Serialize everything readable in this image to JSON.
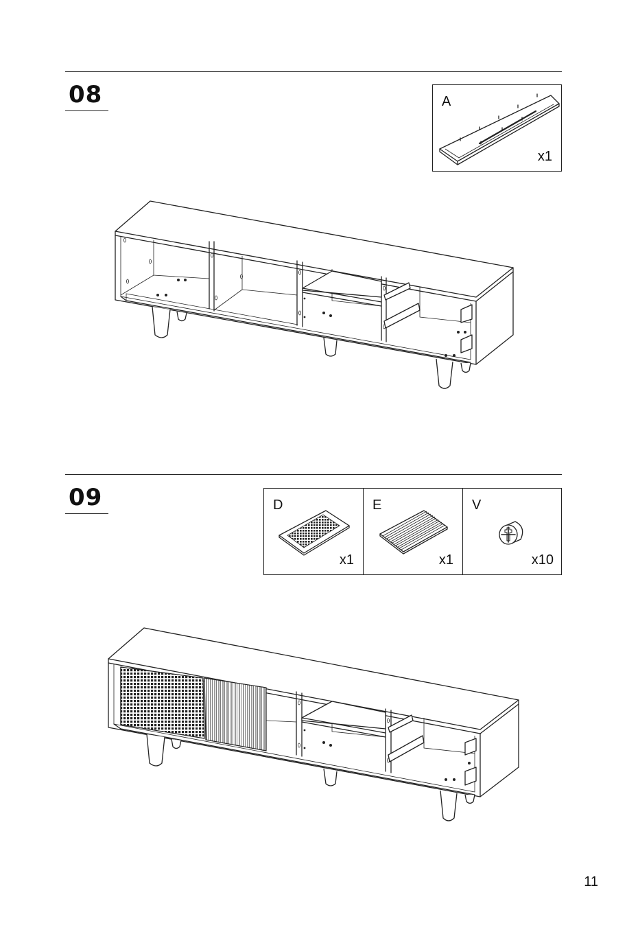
{
  "steps": [
    {
      "number": "08",
      "parts": [
        {
          "letter": "A",
          "quantity": "x1",
          "icon": "wood-panel-with-dowels"
        }
      ],
      "illustration": "tv-cabinet-interior-shelves"
    },
    {
      "number": "09",
      "parts": [
        {
          "letter": "D",
          "quantity": "x1",
          "icon": "cane-door-panel"
        },
        {
          "letter": "E",
          "quantity": "x1",
          "icon": "slatted-door-panel"
        },
        {
          "letter": "V",
          "quantity": "x10",
          "icon": "cam-lock-screw"
        }
      ],
      "illustration": "tv-cabinet-with-sliding-doors"
    }
  ],
  "page_number": "11"
}
